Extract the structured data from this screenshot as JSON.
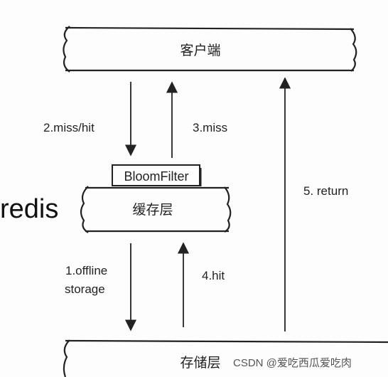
{
  "layers": {
    "client": "客户端",
    "cache": "缓存层",
    "storage": "存储层"
  },
  "bloom_filter": "BloomFilter",
  "redis_label": "redis",
  "edges": {
    "miss_hit": "2.miss/hit",
    "miss": "3.miss",
    "offline_line1": "1.offline",
    "offline_line2": "storage",
    "hit": "4.hit",
    "return": "5. return"
  },
  "watermark": "CSDN @爱吃西瓜爱吃肉"
}
